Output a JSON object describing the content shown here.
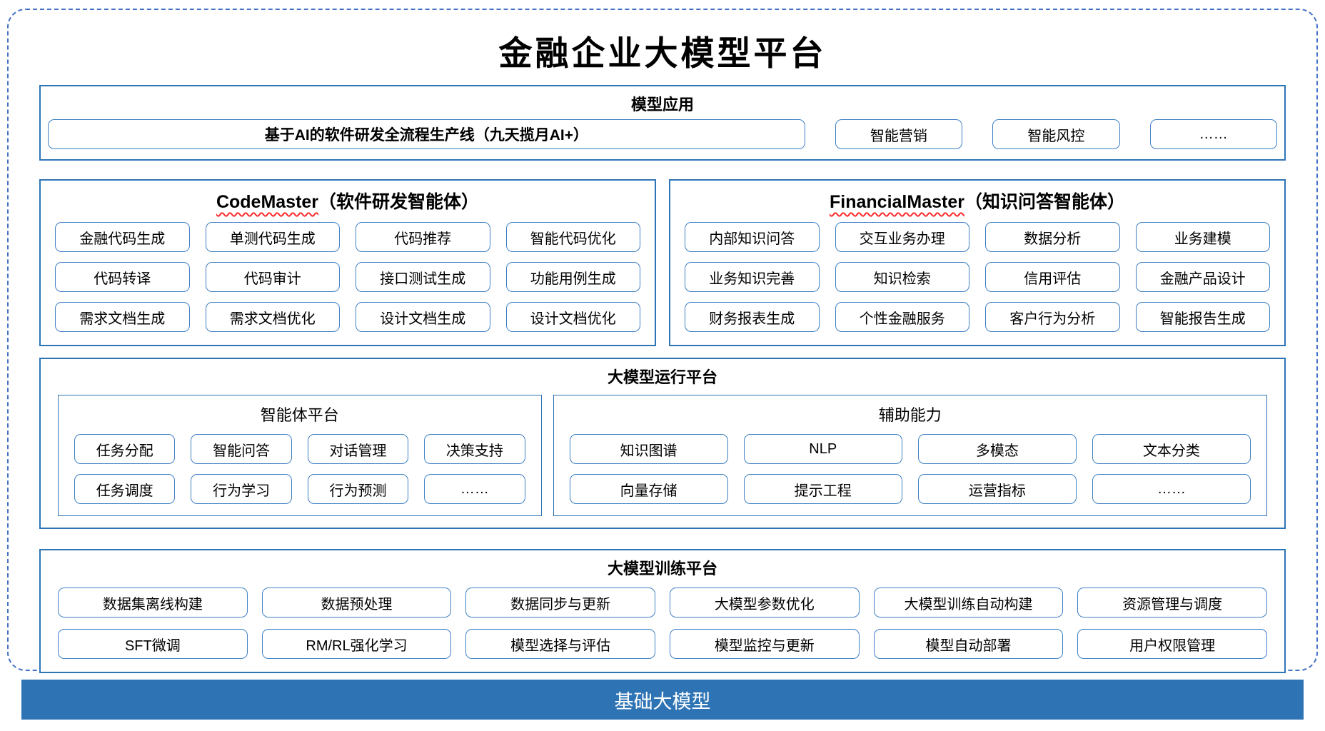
{
  "title": "金融企业大模型平台",
  "colors": {
    "outer_dashed_border": "#4472C4",
    "section_border": "#2E75B6",
    "chip_border": "#4080C4",
    "foundation_bar_bg": "#2E74B5",
    "foundation_bar_text": "#FFFFFF",
    "spellcheck_underline": "#FF2A2A"
  },
  "model_apps": {
    "title": "模型应用",
    "pipeline": "基于AI的软件研发全流程生产线（九天揽月AI+）",
    "items": [
      "智能营销",
      "智能风控",
      "……"
    ]
  },
  "code_master": {
    "name": "CodeMaster",
    "subtitle": "（软件研发智能体）",
    "items": [
      "金融代码生成",
      "单测代码生成",
      "代码推荐",
      "智能代码优化",
      "代码转译",
      "代码审计",
      "接口测试生成",
      "功能用例生成",
      "需求文档生成",
      "需求文档优化",
      "设计文档生成",
      "设计文档优化"
    ]
  },
  "financial_master": {
    "name": "FinancialMaster",
    "subtitle": "（知识问答智能体）",
    "items": [
      "内部知识问答",
      "交互业务办理",
      "数据分析",
      "业务建模",
      "业务知识完善",
      "知识检索",
      "信用评估",
      "金融产品设计",
      "财务报表生成",
      "个性金融服务",
      "客户行为分析",
      "智能报告生成"
    ]
  },
  "runtime_platform": {
    "title": "大模型运行平台",
    "agent_platform": {
      "title": "智能体平台",
      "items": [
        "任务分配",
        "智能问答",
        "对话管理",
        "决策支持",
        "任务调度",
        "行为学习",
        "行为预测",
        "……"
      ]
    },
    "aux_capabilities": {
      "title": "辅助能力",
      "items": [
        "知识图谱",
        "NLP",
        "多模态",
        "文本分类",
        "向量存储",
        "提示工程",
        "运营指标",
        "……"
      ]
    }
  },
  "training_platform": {
    "title": "大模型训练平台",
    "items": [
      "数据集离线构建",
      "数据预处理",
      "数据同步与更新",
      "大模型参数优化",
      "大模型训练自动构建",
      "资源管理与调度",
      "SFT微调",
      "RM/RL强化学习",
      "模型选择与评估",
      "模型监控与更新",
      "模型自动部署",
      "用户权限管理"
    ]
  },
  "foundation": {
    "label": "基础大模型"
  }
}
